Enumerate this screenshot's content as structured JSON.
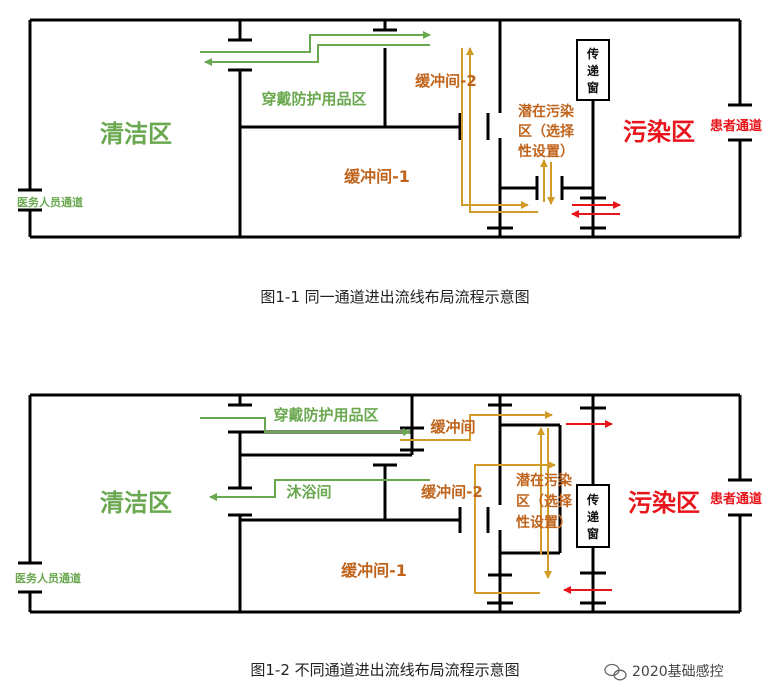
{
  "diagram1": {
    "clean_zone": "清洁区",
    "ppe_room": "穿戴防护用品区",
    "buffer2": "缓冲间-2",
    "buffer1": "缓冲间-1",
    "potential_lines": [
      "潜在污染",
      "区（选择",
      "性设置）"
    ],
    "pass_window": [
      "传",
      "递",
      "窗"
    ],
    "contaminated_zone": "污染区",
    "patient_channel": "患者通道",
    "staff_channel": "医务人员通道",
    "caption": "图1-1 同一通道进出流线布局流程示意图"
  },
  "diagram2": {
    "clean_zone": "清洁区",
    "ppe_room": "穿戴防护用品区",
    "buffer_room": "缓冲间",
    "shower_room": "沐浴间",
    "buffer2": "缓冲间-2",
    "buffer1": "缓冲间-1",
    "potential_lines": [
      "潜在污染",
      "区（选择",
      "性设置）"
    ],
    "pass_window": [
      "传",
      "递",
      "窗"
    ],
    "contaminated_zone": "污染区",
    "patient_channel": "患者通道",
    "staff_channel": "医务人员通道",
    "caption": "图1-2 不同通道进出流线布局流程示意图"
  },
  "watermark": "2020基础感控",
  "colors": {
    "wall": "#000000",
    "green_flow": "#6aa84f",
    "orange_flow": "#d29a26",
    "red_flow": "#e8141b"
  }
}
